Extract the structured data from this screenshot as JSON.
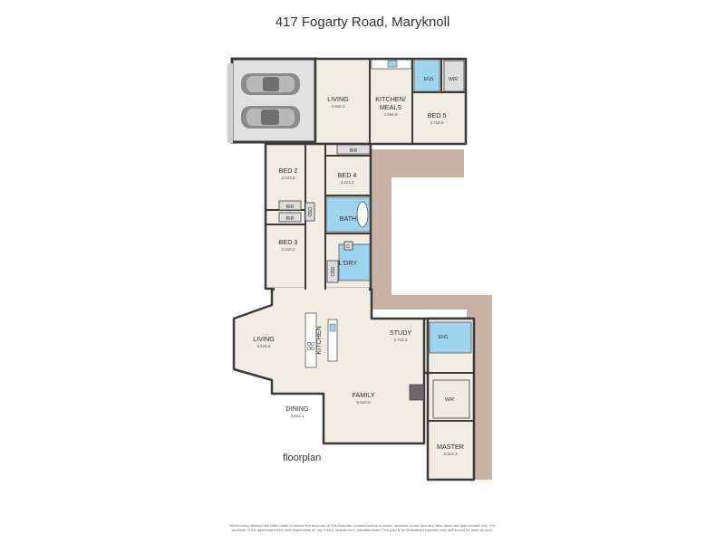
{
  "title": "417 Fogarty Road, Maryknoll",
  "plan_label": "floorplan",
  "disclaimer": "Whilst every attempt has been made to ensure the accuracy of this floorplan, measurements of doors, windows, rooms and any other items are approximate only. The producer or the agent cannot be held responsible for any errors, omissions or misstatements. This plan is for illustrative purposes only and should be used as such.",
  "colors": {
    "floor": "#f2ede3",
    "wall": "#3a3a3a",
    "wet": "#9fd4ee",
    "deck": "#c8b3a6",
    "garage": "#e1e1e1"
  },
  "rooms": {
    "living_top": {
      "name": "LIVING",
      "dims": "3.8x6.3"
    },
    "kitchen_meals": {
      "name1": "KITCHEN/",
      "name2": "MEALS",
      "dims": "2.9x6.3"
    },
    "bed5": {
      "name": "BED 5",
      "dims": "3.7x3.6"
    },
    "ens_top": {
      "name": "ENS"
    },
    "wir_top": {
      "name": "WIR"
    },
    "bir_bed4": {
      "name": "BIR"
    },
    "bed2": {
      "name": "BED 2",
      "dims": "3.0x3.8"
    },
    "bed4": {
      "name": "BED 4",
      "dims": "3.2x3.2"
    },
    "bir1": {
      "name": "BIR"
    },
    "bir2": {
      "name": "BIR"
    },
    "cbd1": {
      "name": "CBD"
    },
    "bath": {
      "name": "BATH"
    },
    "bed3": {
      "name": "BED 3",
      "dims": "3.3x3.2"
    },
    "c_small": {
      "name": "C"
    },
    "laundry": {
      "name": "L'DRY"
    },
    "cbd2": {
      "name": "CBD"
    },
    "living_bottom": {
      "name": "LIVING",
      "dims": "5.5x5.6"
    },
    "kitchen": {
      "name": "KITCHEN"
    },
    "study": {
      "name": "STUDY",
      "dims": "3.7x2.4"
    },
    "ens_bottom": {
      "name": "ENS"
    },
    "family": {
      "name": "FAMILY",
      "dims": "8.0x6.5"
    },
    "dining": {
      "name": "DINING",
      "dims": "3.0x3.1"
    },
    "wir_bottom": {
      "name": "WIR"
    },
    "master": {
      "name": "MASTER",
      "dims": "3.8x3.3"
    }
  }
}
